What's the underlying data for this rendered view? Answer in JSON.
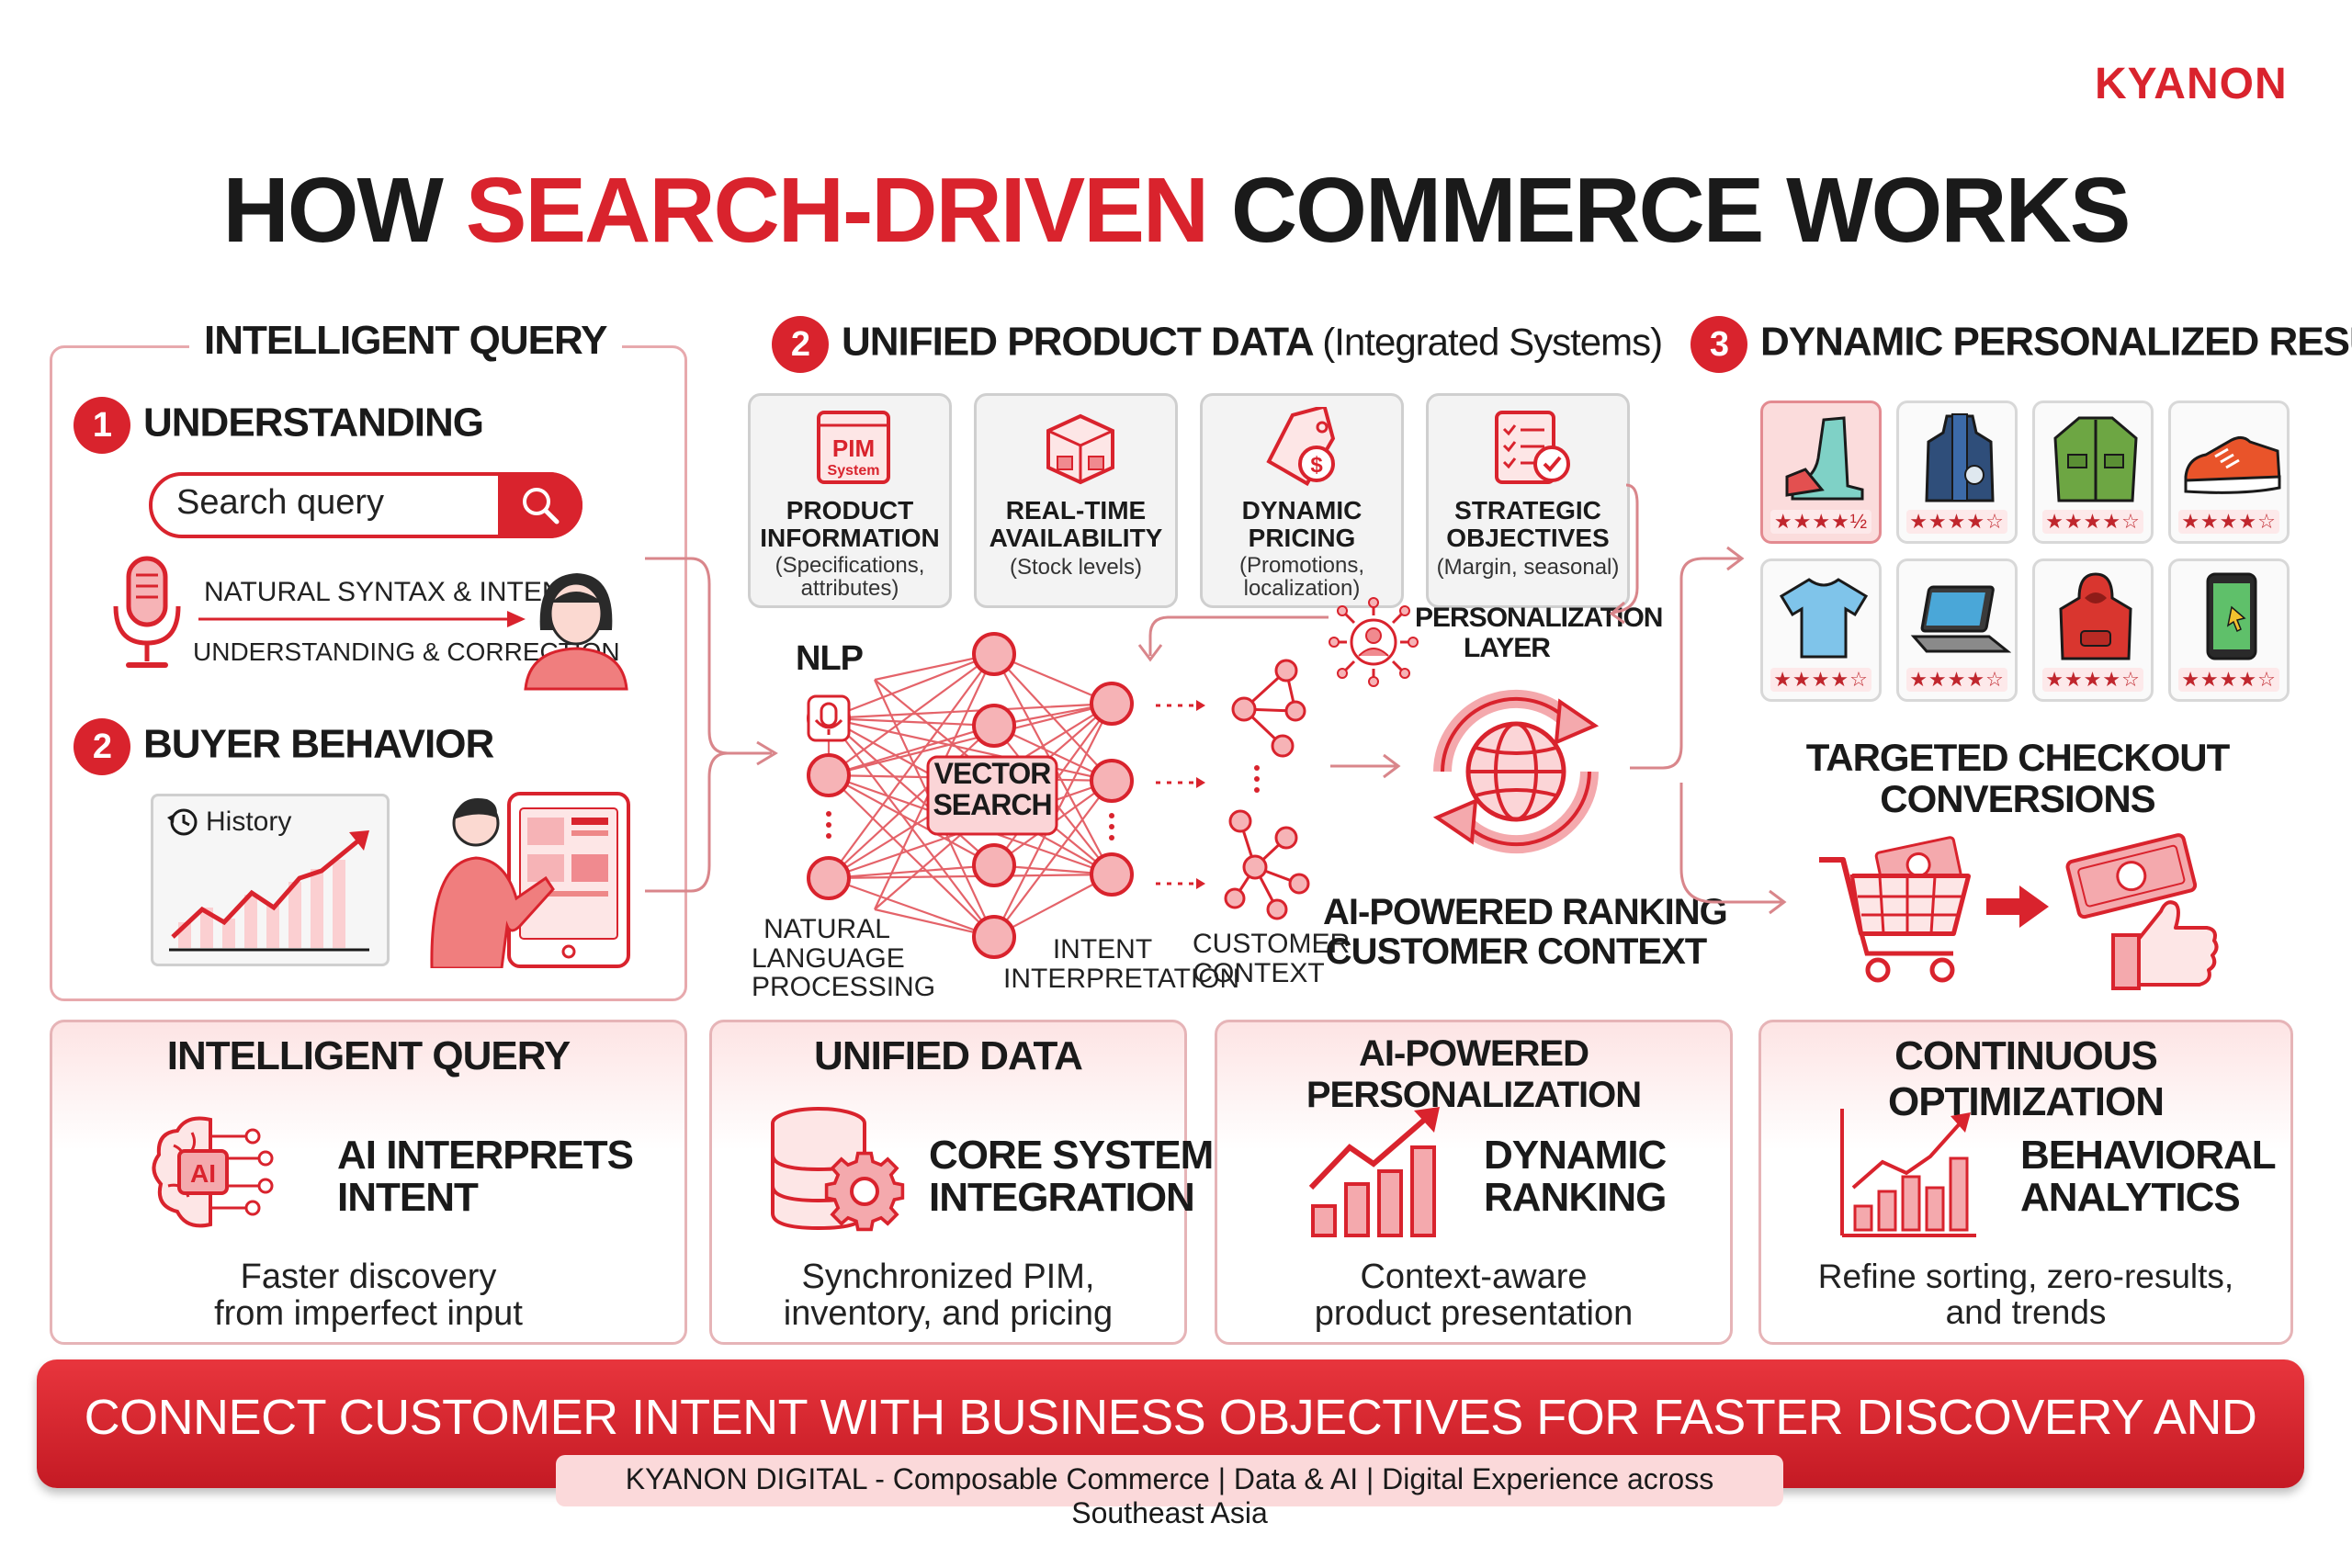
{
  "brand": {
    "logo": "KYANON"
  },
  "title": {
    "part1": "HOW",
    "highlight": "SEARCH-DRIVEN",
    "part2": "COMMERCE WORKS"
  },
  "left_panel": {
    "header": "INTELLIGENT QUERY",
    "step1": {
      "num": "1",
      "label": "UNDERSTANDING"
    },
    "search_placeholder": "Search query",
    "natural_syntax": "NATURAL SYNTAX & INTENT",
    "understanding": "UNDERSTANDING & CORRECTION",
    "step2": {
      "num": "2",
      "label": "BUYER BEHAVIOR"
    },
    "history_label": "History"
  },
  "middle": {
    "step": {
      "num": "2",
      "label": "UNIFIED PRODUCT DATA",
      "paren": "(Integrated Systems)"
    },
    "cards": [
      {
        "icon_text": "PIM",
        "icon_sub": "System",
        "title": "PRODUCT\nINFORMATION",
        "sub": "(Specifications,\nattributes)"
      },
      {
        "title": "REAL-TIME\nAVAILABILITY",
        "sub": "(Stock levels)"
      },
      {
        "title": "DYNAMIC\nPRICING",
        "sub": "(Promotions,\nlocalization)"
      },
      {
        "title": "STRATEGIC\nOBJECTIVES",
        "sub": "(Margin, seasonal)"
      }
    ],
    "nlp": "NLP",
    "vector_search": "VECTOR\nSEARCH",
    "natural_language": "NATURAL\nLANGUAGE\nPROCESSING",
    "intent_interp": "INTENT\nINTERPRETATION",
    "customer_context": "CUSTOMER\nCONTEXT",
    "personalization_layer": "PERSONALIZATION\nLAYER",
    "ai_ranking": "AI-POWERED RANKING\nCUSTOMER CONTEXT"
  },
  "right": {
    "step": {
      "num": "3",
      "label": "DYNAMIC PERSONALIZED RESULTS"
    },
    "stars": [
      "★★★★½",
      "★★★★☆",
      "★★★★☆",
      "★★★★☆",
      "★★★★☆",
      "★★★★☆",
      "★★★★☆",
      "★★★★☆"
    ],
    "checkout": "TARGETED CHECKOUT\nCONVERSIONS"
  },
  "bottom": [
    {
      "head": "INTELLIGENT QUERY",
      "title": "AI INTERPRETS\nINTENT",
      "sub": "Faster discovery\nfrom imperfect input",
      "icon_text": "AI"
    },
    {
      "head": "UNIFIED DATA",
      "title": "CORE SYSTEM\nINTEGRATION",
      "sub": "Synchronized PIM,\ninventory, and pricing"
    },
    {
      "head": "AI-POWERED PERSONALIZATION",
      "title": "DYNAMIC\nRANKING",
      "sub": "Context-aware\nproduct presentation"
    },
    {
      "head": "CONTINUOUS OPTIMIZATION",
      "title": "BEHAVIORAL\nANALYTICS",
      "sub": "Refine sorting, zero-results,\nand trends"
    }
  ],
  "banner": "CONNECT CUSTOMER INTENT WITH BUSINESS OBJECTIVES FOR FASTER DISCOVERY AND HIGHER CONVERSION.",
  "footer": "KYANON DIGITAL - Composable Commerce | Data & AI | Digital Experience across Southeast Asia",
  "colors": {
    "accent": "#d9232d",
    "soft": "#f4a9ad",
    "panel_border": "#e7a9ad"
  }
}
